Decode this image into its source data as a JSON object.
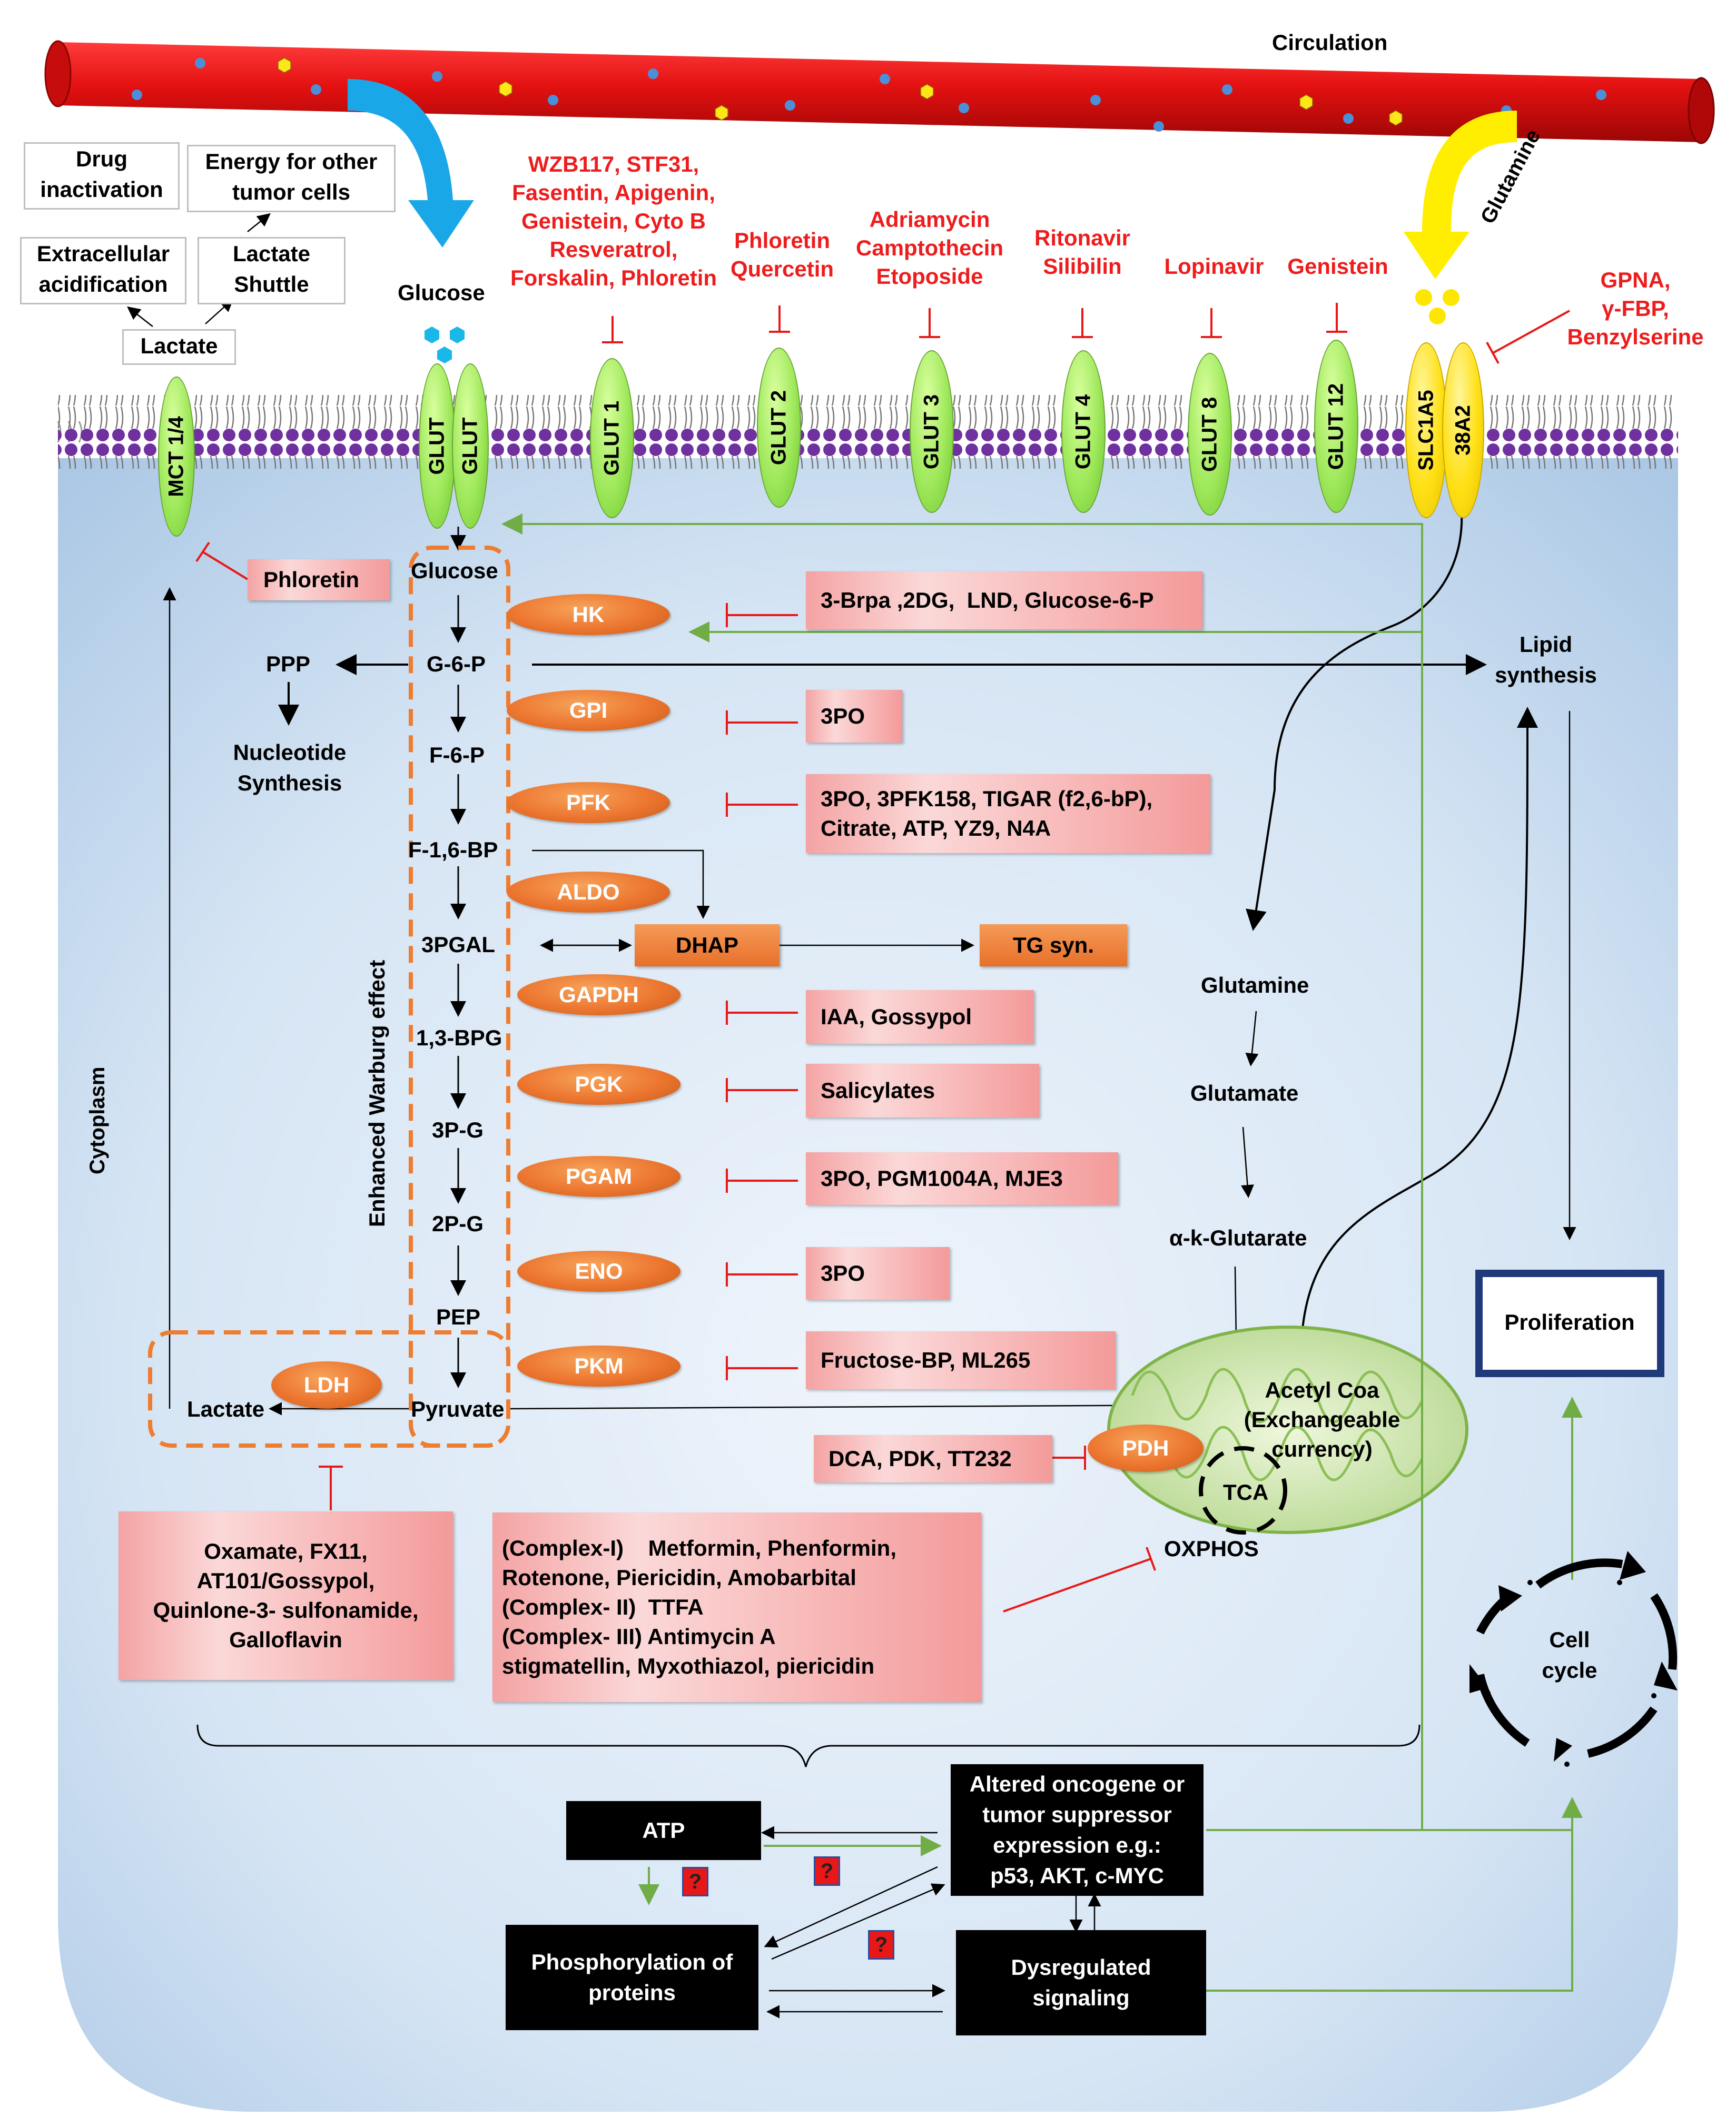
{
  "top": {
    "circulation": "Circulation",
    "glucose": "Glucose",
    "glutamine_in": "Glutamine",
    "lactate": "Lactate",
    "drug_inactivation": "Drug inactivation",
    "extracellular_acidification": "Extracellular acidification",
    "energy_other_cells": "Energy for other tumor cells",
    "lactate_shuttle": "Lactate Shuttle"
  },
  "transporters": {
    "mct": "MCT 1/4",
    "glut": "GLUT",
    "glut1": "GLUT 1",
    "glut2": "GLUT 2",
    "glut3": "GLUT 3",
    "glut4": "GLUT 4",
    "glut8": "GLUT 8",
    "glut12": "GLUT 12",
    "slc1a5": "SLC1A5",
    "a38a2": "38A2"
  },
  "transporter_inhibitors": {
    "glut1": "WZB117, STF31,\nFasentin, Apigenin,\nGenistein, Cyto B\nResveratrol,\nForskalin, Phloretin",
    "glut2": "Phloretin\nQuercetin",
    "glut3": "Adriamycin\nCamptothecin\nEtoposide",
    "glut4": "Ritonavir\nSilibilin",
    "glut8": "Lopinavir",
    "glut12": "Genistein",
    "glutamine_tr": "GPNA,\nγ-FBP,\nBenzylserine",
    "mct": "Phloretin"
  },
  "pathway": {
    "glucose": "Glucose",
    "g6p": "G-6-P",
    "f6p": "F-6-P",
    "f16bp": "F-1,6-BP",
    "gal3p": "3PGAL",
    "bpg13": "1,3-BPG",
    "pg3": "3P-G",
    "pg2": "2P-G",
    "pep": "PEP",
    "pyruvate": "Pyruvate",
    "lactate": "Lactate",
    "ppp": "PPP",
    "nucleotide": "Nucleotide\nSynthesis",
    "warburg": "Enhanced Warburg effect",
    "cytoplasm": "Cytoplasm",
    "dhap": "DHAP",
    "tg": "TG syn.",
    "lipid": "Lipid\nsynthesis"
  },
  "enzymes": {
    "hk": "HK",
    "gpi": "GPI",
    "pfk": "PFK",
    "aldo": "ALDO",
    "gapdh": "GAPDH",
    "pgk": "PGK",
    "pgam": "PGAM",
    "eno": "ENO",
    "pkm": "PKM",
    "ldh": "LDH",
    "pdh": "PDH"
  },
  "enzyme_inhibitors": {
    "hk": "3-Brpa ,2DG,  LND, Glucose-6-P",
    "gpi": "3PO",
    "pfk": "3PO, 3PFK158, TIGAR (f2,6-bP),\nCitrate, ATP, YZ9, N4A",
    "gapdh": "IAA, Gossypol",
    "pgk": "Salicylates",
    "pgam": "3PO, PGM1004A, MJE3",
    "eno": "3PO",
    "pkm": "Fructose-BP, ML265",
    "pdh": "DCA, PDK, TT232",
    "ldh": "Oxamate, FX11,\nAT101/Gossypol,\nQuinlone-3- sulfonamide,\nGalloflavin",
    "oxphos": "(Complex-I)    Metformin, Phenformin,\nRotenone, Piericidin, Amobarbital\n(Complex- II)  TTFA\n(Complex- III) Antimycin A\nstigmatellin, Myxothiazol, piericidin"
  },
  "glutaminolysis": {
    "glutamine": "Glutamine",
    "glutamate": "Glutamate",
    "akg": "α-k-Glutarate",
    "acetyl": "Acetyl Coa\n(Exchangeable\ncurrency)",
    "tca": "TCA",
    "oxphos": "OXPHOS"
  },
  "outcomes": {
    "proliferation": "Proliferation",
    "cell_cycle": "Cell\ncycle",
    "atp": "ATP",
    "altered": "Altered oncogene or\ntumor suppressor\nexpression  e.g.:\np53, AKT, c-MYC",
    "phospho": "Phosphorylation of\nproteins",
    "dysreg": "Dysregulated\nsignaling",
    "question": "?"
  },
  "colors": {
    "blood": "#e01010",
    "cell": "#c9dcef",
    "inhibitor_text": "#ee1c1c",
    "green_arrow": "#70ad47",
    "enzyme": "#ec7630"
  }
}
